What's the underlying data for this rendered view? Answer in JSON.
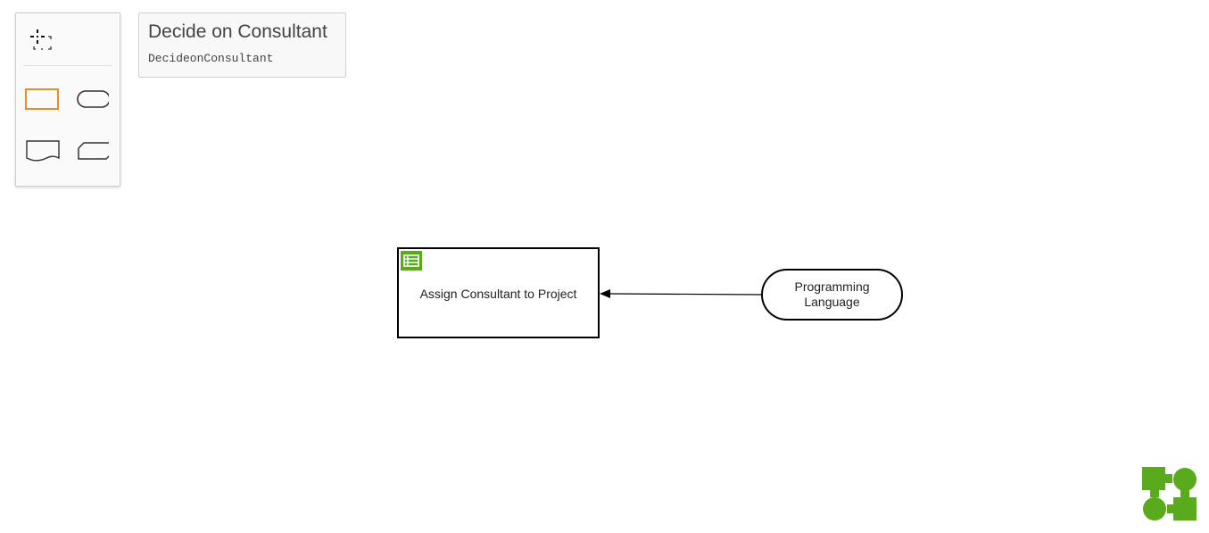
{
  "header": {
    "title": "Decide on Consultant",
    "id": "DecideonConsultant"
  },
  "palette": {
    "tools": [
      {
        "name": "hand-tool-icon"
      },
      {
        "name": "decision-shape-icon"
      },
      {
        "name": "input-data-shape-icon"
      },
      {
        "name": "knowledge-source-shape-icon"
      },
      {
        "name": "business-knowledge-shape-icon"
      }
    ]
  },
  "diagram": {
    "decision": {
      "label": "Assign Consultant to Project"
    },
    "input_data": {
      "label": "Programming Language"
    }
  },
  "colors": {
    "accent": "#f08a24",
    "brand": "#5aaa1e",
    "stroke": "#000000"
  }
}
